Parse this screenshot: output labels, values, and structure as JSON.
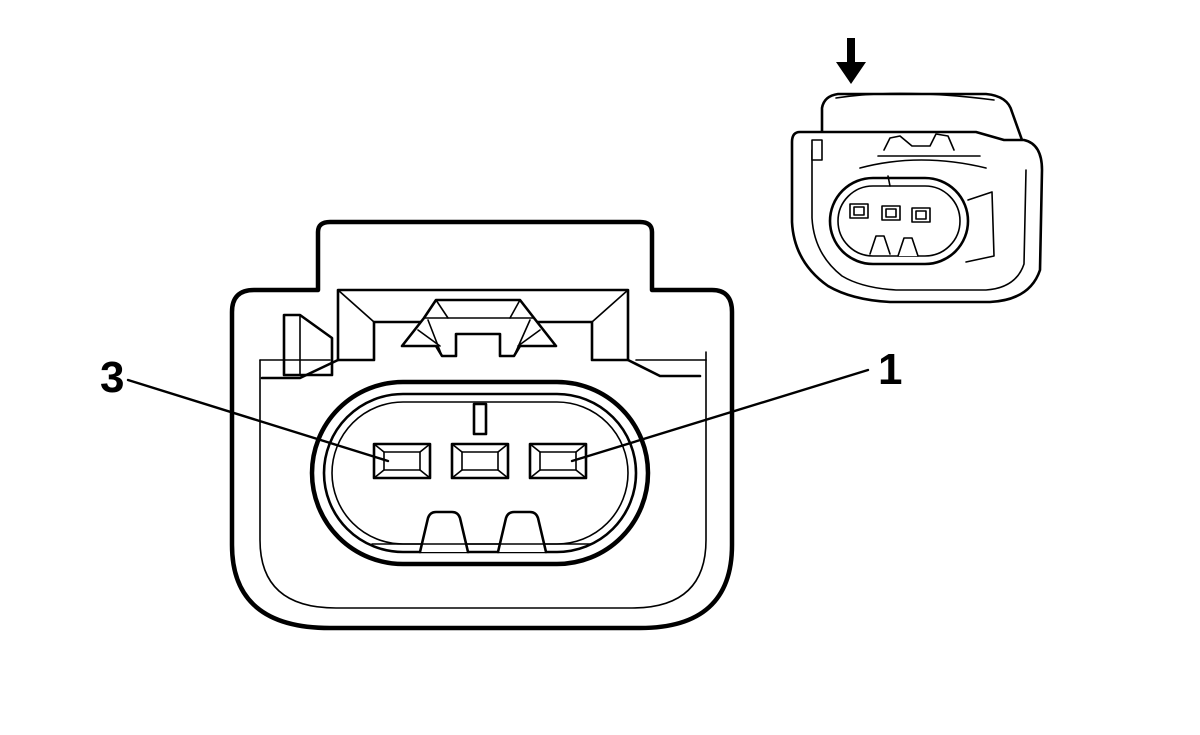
{
  "pin_labels": [
    {
      "id": "pin-3",
      "text": "3"
    },
    {
      "id": "pin-1",
      "text": "1"
    }
  ],
  "pin_count": 3,
  "colors": {
    "stroke": "#000000",
    "background": "#ffffff"
  },
  "icons": {
    "view_arrow": "down-arrow-icon"
  }
}
